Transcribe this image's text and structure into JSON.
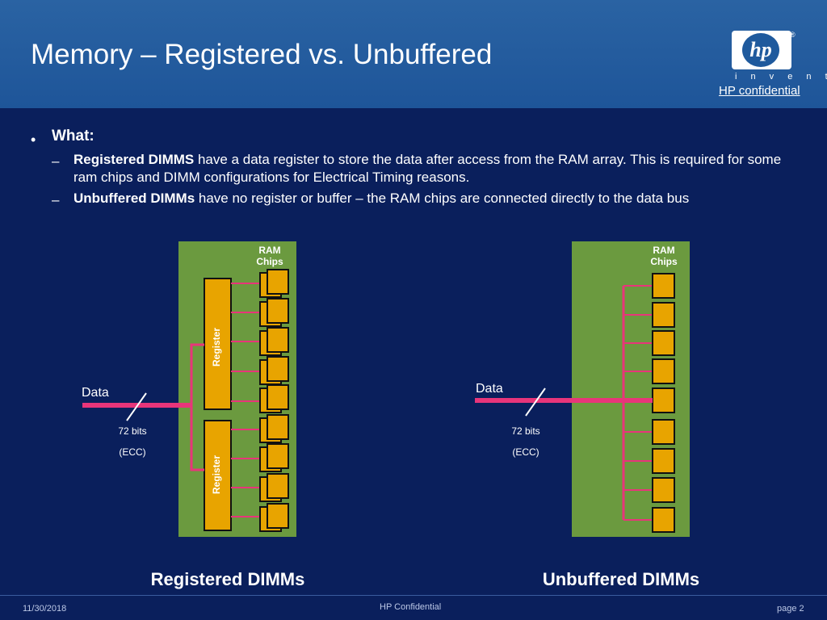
{
  "slide": {
    "title": "Memory – Registered vs. Unbuffered",
    "logo_text": "hp",
    "logo_tagline": "i n v e n t",
    "confidential_link": "HP confidential"
  },
  "content": {
    "bullet_label": "What:",
    "items": [
      {
        "bold": "Registered DIMMS",
        "text": " have a data register to store the data after access from the RAM array. This is required for some ram chips and DIMM configurations for Electrical Timing reasons."
      },
      {
        "bold": "Unbuffered DIMMs",
        "text": " have no register or buffer – the RAM chips are connected directly to the data bus"
      }
    ]
  },
  "diagrams": {
    "registered": {
      "caption": "Registered DIMMs",
      "ram_label_line1": "RAM",
      "ram_label_line2": "Chips",
      "register_label": "Register",
      "data_label": "Data",
      "bits_label": "72 bits",
      "ecc_label": "(ECC)"
    },
    "unbuffered": {
      "caption": "Unbuffered DIMMs",
      "ram_label_line1": "RAM",
      "ram_label_line2": "Chips",
      "data_label": "Data",
      "bits_label": "72 bits",
      "ecc_label": "(ECC)"
    },
    "colors": {
      "board": "#6b9a3f",
      "chip": "#e8a400",
      "trace": "#e8357a"
    }
  },
  "footer": {
    "date": "11/30/2018",
    "center": "HP Confidential",
    "page": "page 2"
  }
}
